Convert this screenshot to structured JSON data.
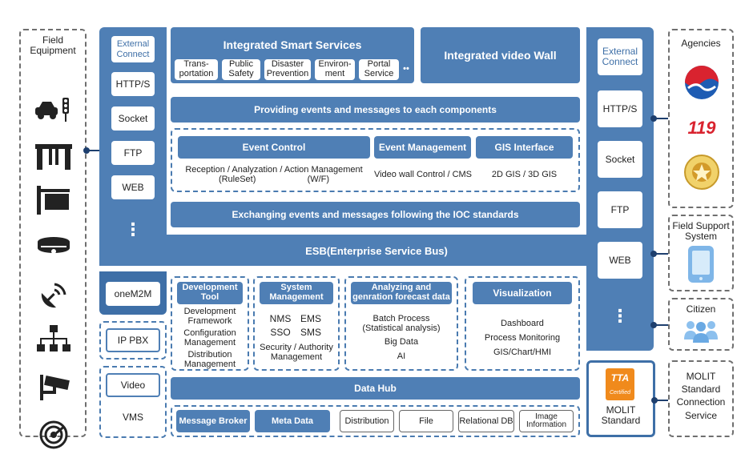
{
  "field_equipment": {
    "title": "Field\nEquipment",
    "icons": [
      "car-traffic-light-icon",
      "gate-icon",
      "signboard-icon",
      "smoke-detector-icon",
      "satellite-dish-icon",
      "network-icon",
      "cctv-camera-icon",
      "radar-icon"
    ]
  },
  "left_connect": {
    "title": "External\nConnect",
    "items": [
      "HTTP/S",
      "Socket",
      "FTP",
      "WEB"
    ],
    "more": "⋮"
  },
  "right_connect": {
    "title": "External\nConnect",
    "items": [
      "HTTP/S",
      "Socket",
      "FTP",
      "WEB"
    ],
    "more": "⋮"
  },
  "smart_services": {
    "title": "Integrated Smart Services",
    "items": [
      "Trans-\nportation",
      "Public\nSafety",
      "Disaster\nPrevention",
      "Environ-\nment",
      "Portal\nService"
    ],
    "more": "••"
  },
  "video_wall": {
    "title": "Integrated video Wall"
  },
  "providing_bar": "Providing events and messages to each components",
  "event_control": {
    "title": "Event Control",
    "detail": "Reception / Analyzation / Action Management\n(RuleSet)                     (W/F)"
  },
  "event_management": {
    "title": "Event Management",
    "detail": "Video wall Control / CMS"
  },
  "gis_interface": {
    "title": "GIS Interface",
    "detail": "2D GIS / 3D GIS"
  },
  "exchanging_bar": "Exchanging events and messages following the IOC standards",
  "esb": "ESB(Enterprise Service Bus)",
  "onem2m": "oneM2M",
  "ip_pbx": "IP PBX",
  "video": "Video",
  "vms": "VMS",
  "dev_tool": {
    "title": "Development\nTool",
    "items": [
      "Development\nFramework",
      "Configuration\nManagement",
      "Distribution\nManagement"
    ]
  },
  "sys_mgmt": {
    "title": "System\nManagement",
    "row1": [
      "NMS",
      "EMS"
    ],
    "row2": [
      "SSO",
      "SMS"
    ],
    "row3": "Security / Authority\nManagement"
  },
  "analyzing": {
    "title": "Analyzing and\ngenration forecast data",
    "items": [
      "Batch Process\n(Statistical analysis)",
      "Big Data",
      "AI"
    ]
  },
  "visualization": {
    "title": "Visualization",
    "items": [
      "Dashboard",
      "Process Monitoring",
      "GIS/Chart/HMI"
    ]
  },
  "data_hub": "Data Hub",
  "data_items_blue": [
    "Message Broker",
    "Meta Data"
  ],
  "data_items_white": [
    "Distribution",
    "File",
    "Relational DB",
    "Image\nInformation"
  ],
  "molit": {
    "badge_top": "TTA",
    "badge_bottom": "Certified",
    "label": "MOLIT\nStandard"
  },
  "agencies": {
    "title": "Agencies",
    "icons": [
      "korea-emblem-icon",
      "fire-119-icon",
      "police-emblem-icon"
    ],
    "fire_text": "119"
  },
  "field_support": {
    "title": "Field Support\nSystem",
    "icon": "mobile-phone-icon"
  },
  "citizen": {
    "title": "Citizen",
    "icon": "people-group-icon"
  },
  "molit_service": "MOLIT\nStandard\nConnection\nService"
}
